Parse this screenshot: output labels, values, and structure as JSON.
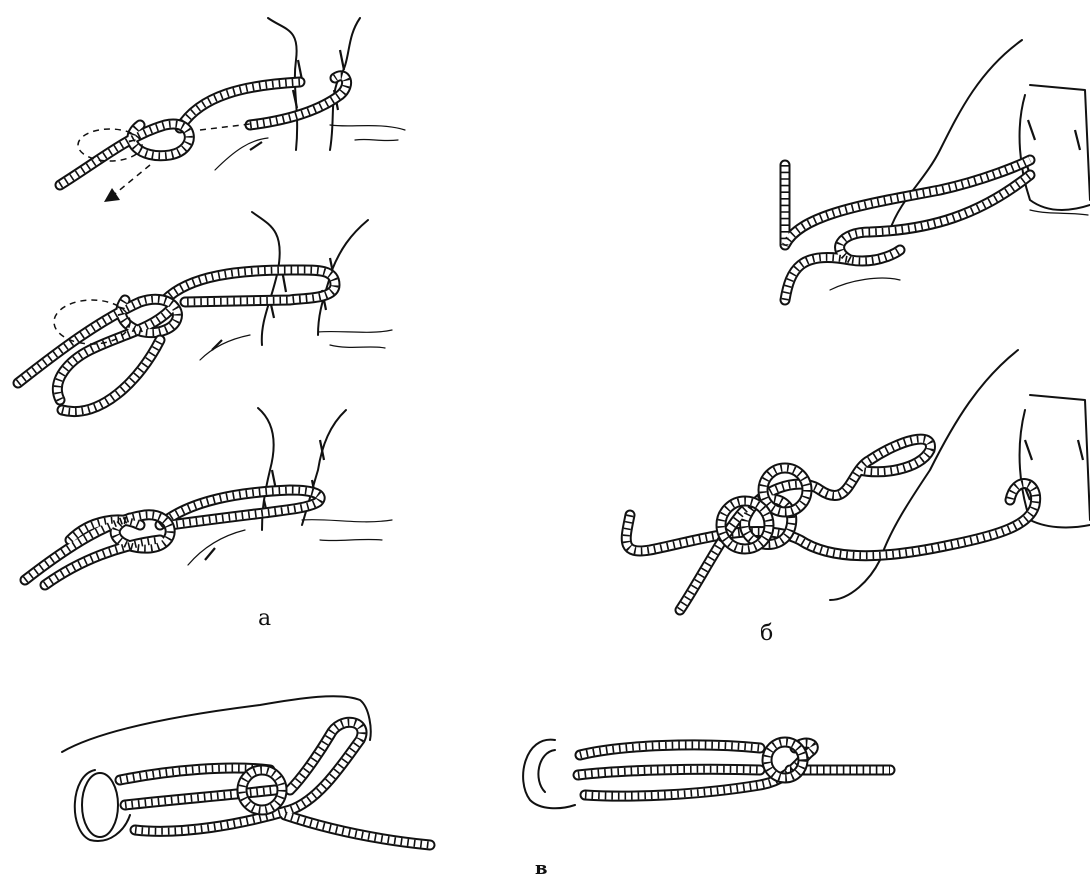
{
  "captions": {
    "a": "а",
    "b": "б",
    "v": "в"
  },
  "colors": {
    "ink": "#111111",
    "background": "#ffffff"
  }
}
